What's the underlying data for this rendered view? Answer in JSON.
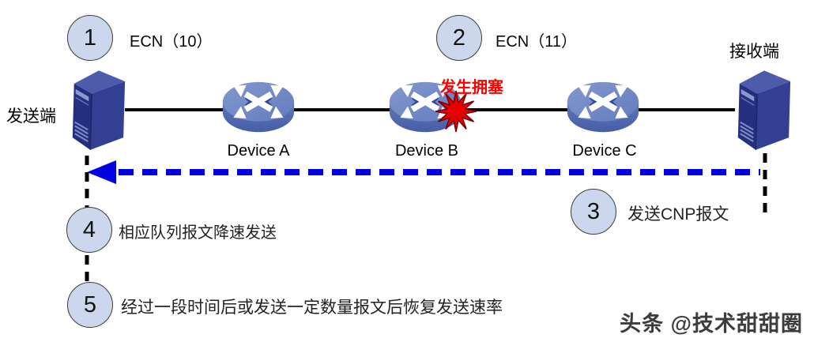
{
  "title": "ECN congestion notification flow diagram",
  "endpoints": {
    "sender": {
      "label": "发送端"
    },
    "receiver": {
      "label": "接收端"
    }
  },
  "devices": [
    {
      "name": "Device A"
    },
    {
      "name": "Device B"
    },
    {
      "name": "Device C"
    }
  ],
  "congestion": {
    "label": "发生拥塞"
  },
  "steps": [
    {
      "num": "1",
      "text": "ECN（10）"
    },
    {
      "num": "2",
      "text": "ECN（11）"
    },
    {
      "num": "3",
      "text": "发送CNP报文"
    },
    {
      "num": "4",
      "text": "相应队列报文降速发送"
    },
    {
      "num": "5",
      "text": "经过一段时间后或发送一定数量报文后恢复发送速率"
    }
  ],
  "watermark": "头条 @技术甜甜圈",
  "colors": {
    "feedback_arrow_blue": "#0000e0",
    "congestion_red": "#fe0000",
    "burst_fill": "#e80000",
    "step_circle_fill": "#ccd7ee",
    "server_navy_front": "#252f80",
    "server_navy_side": "#333f93",
    "server_navy_top": "#4c5cab",
    "router_top_blue": "#7289c6",
    "router_body_blue": "#5570b5",
    "link_line": "#000000"
  }
}
